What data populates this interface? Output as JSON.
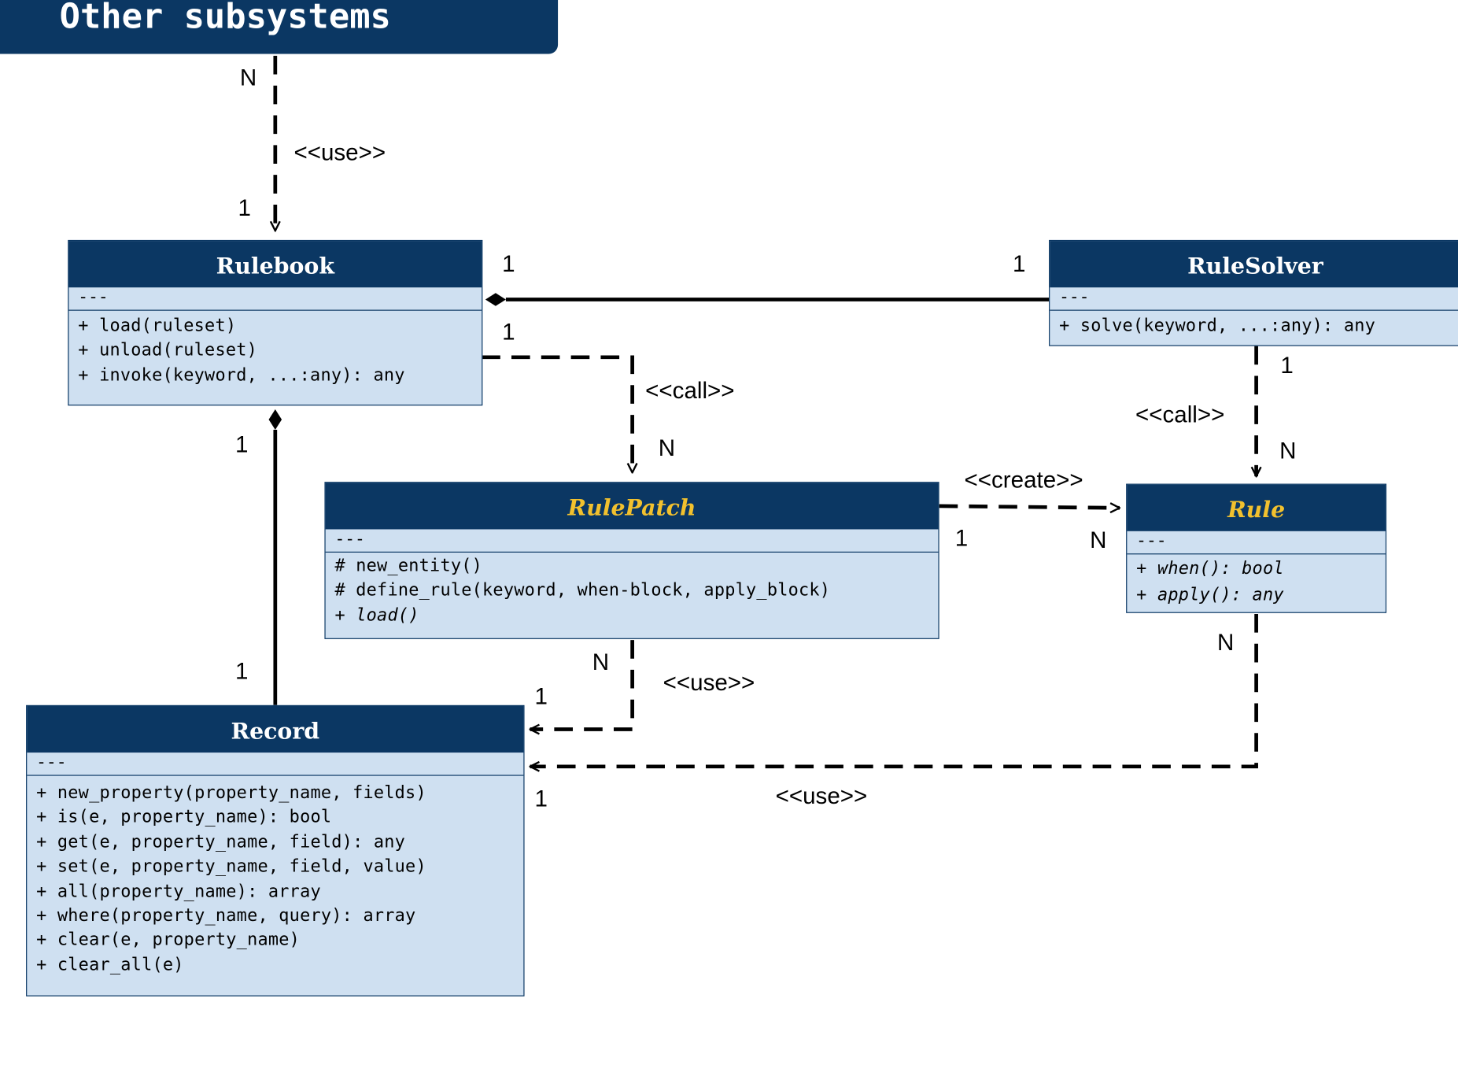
{
  "header": {
    "title": "Other subsystems"
  },
  "classes": {
    "rulebook": {
      "name": "Rulebook",
      "separator": "---",
      "operations": [
        "+ load(ruleset)",
        "+ unload(ruleset)",
        "+ invoke(keyword, ...:any): any"
      ]
    },
    "rulesolver": {
      "name": "RuleSolver",
      "separator": "---",
      "operations": [
        "+ solve(keyword, ...:any): any"
      ]
    },
    "rulepatch": {
      "name": "RulePatch",
      "separator": "---",
      "operations": [
        "# new_entity()",
        "# define_rule(keyword, when-block, apply_block)",
        "+ load()"
      ]
    },
    "rule": {
      "name": "Rule",
      "separator": "---",
      "operations": [
        "+ when(): bool",
        "+ apply(): any"
      ]
    },
    "record": {
      "name": "Record",
      "separator": "---",
      "operations": [
        "+ new_property(property_name, fields)",
        "+ is(e, property_name): bool",
        "+ get(e, property_name, field): any",
        "+ set(e, property_name, field, value)",
        "+ all(property_name): array",
        "+ where(property_name, query): array",
        "+ clear(e, property_name)",
        "+ clear_all(e)"
      ]
    }
  },
  "relations": {
    "other_rulebook": {
      "stereotype": "<<use>>",
      "source_mult": "N",
      "target_mult": "1"
    },
    "rulebook_rulesolver": {
      "source_mult": "1",
      "target_mult": "1"
    },
    "rulebook_rulepatch": {
      "stereotype": "<<call>>",
      "source_mult": "1",
      "target_mult": "N"
    },
    "rulesolver_rule": {
      "stereotype": "<<call>>",
      "source_mult": "1",
      "target_mult": "N"
    },
    "rulepatch_rule": {
      "stereotype": "<<create>>",
      "source_mult": "1",
      "target_mult": "N"
    },
    "rulebook_record": {
      "source_mult": "1",
      "target_mult": "1"
    },
    "rulepatch_record": {
      "stereotype": "<<use>>",
      "source_mult": "N",
      "target_mult": "1"
    },
    "rule_record": {
      "stereotype": "<<use>>",
      "source_mult": "N",
      "target_mult": "1"
    }
  },
  "colors": {
    "header_fill": "#0b3763",
    "body_fill": "#cfe0f1",
    "abstract_title": "#f2c12e",
    "line": "#000000"
  }
}
